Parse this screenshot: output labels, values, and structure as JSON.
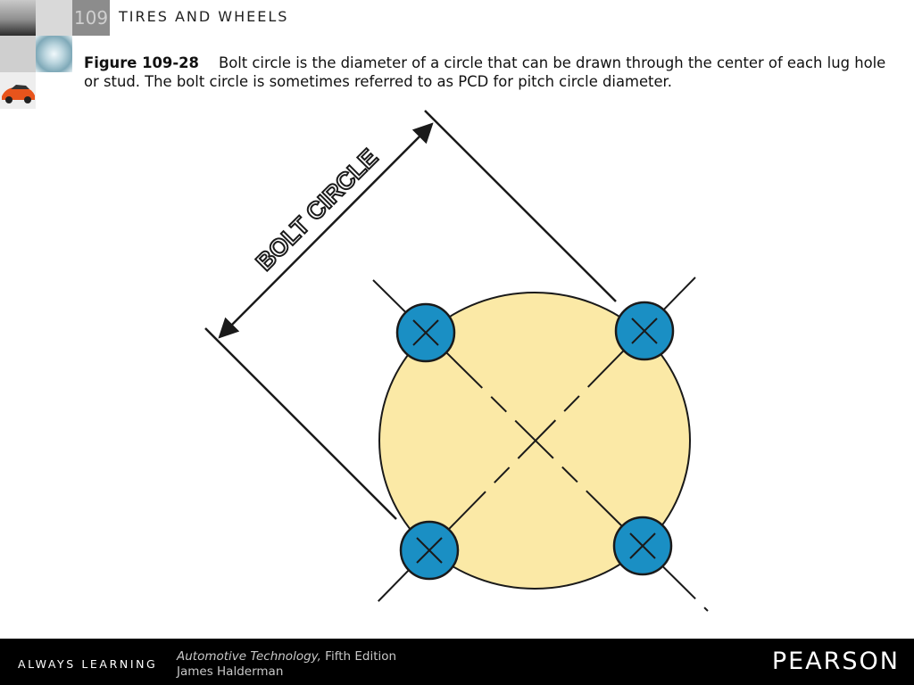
{
  "header": {
    "chapter_number": "109",
    "chapter_title": "TIRES AND WHEELS"
  },
  "caption": {
    "figure_label": "Figure 109-28",
    "text": "Bolt circle is the diameter of a circle that can be drawn through the center of each lug hole or stud. The bolt circle is sometimes referred to as PCD for pitch circle diameter."
  },
  "diagram": {
    "dimension_label": "BOLT CIRCLE",
    "colors": {
      "hub": "#fbe9a6",
      "lug": "#1a8fc4",
      "line": "#1a1a1a"
    },
    "lug_count": 4
  },
  "footer": {
    "tagline": "ALWAYS LEARNING",
    "book_title": "Automotive Technology,",
    "edition": "Fifth Edition",
    "author": "James Halderman",
    "publisher": "PEARSON"
  }
}
